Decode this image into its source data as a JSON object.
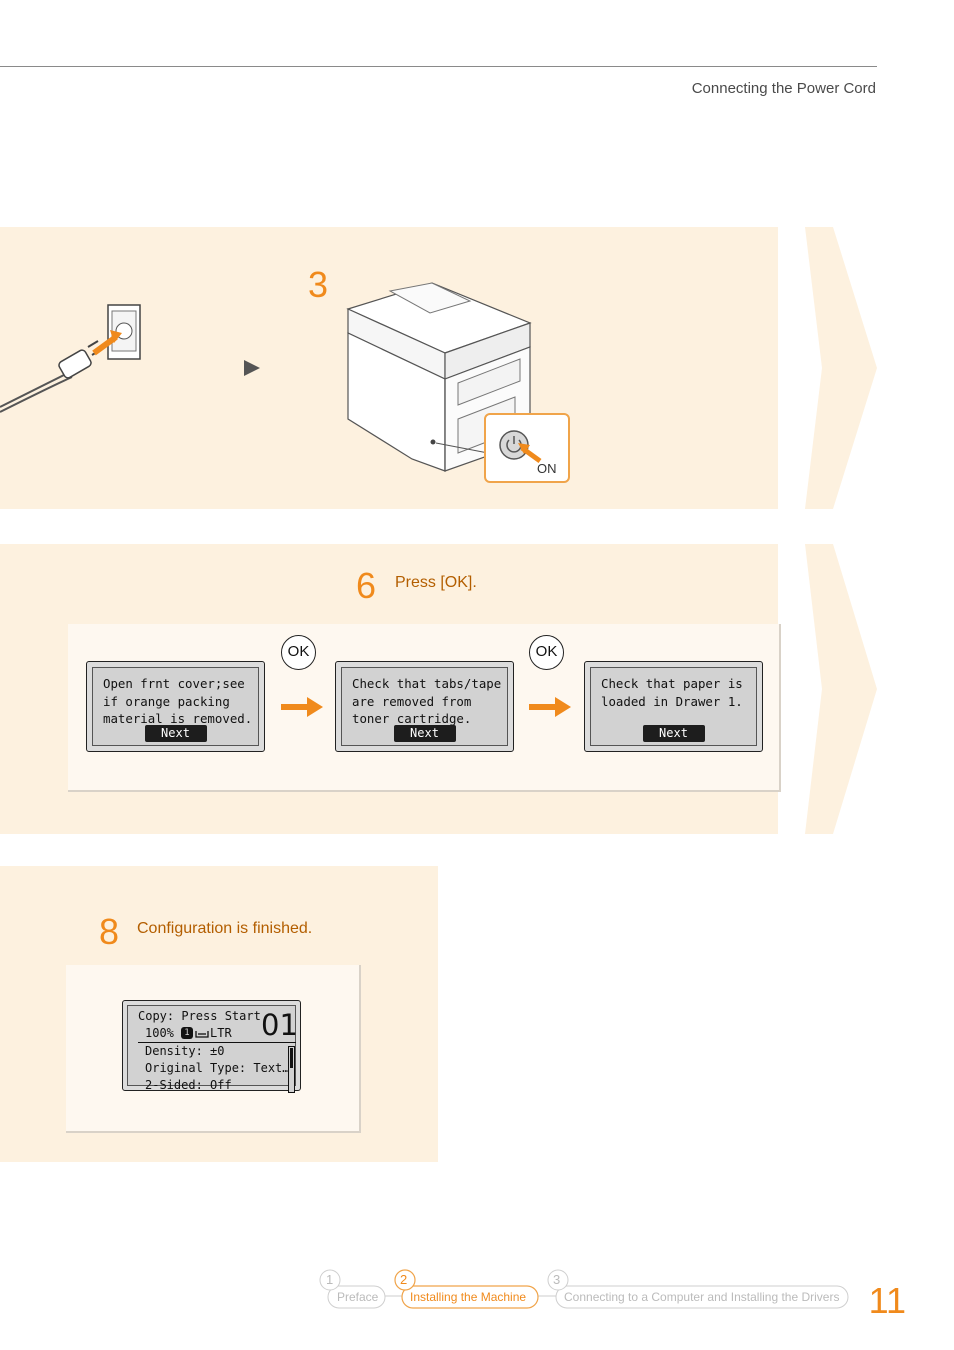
{
  "header": {
    "title": "Connecting the Power Cord"
  },
  "step3": {
    "number": "3",
    "on_label": "ON"
  },
  "step6": {
    "number": "6",
    "instruction": "Press [OK].",
    "ok_label": "OK",
    "screens": [
      {
        "lines": "Open frnt cover;see\nif orange packing\nmaterial is removed.",
        "button": "Next"
      },
      {
        "lines": "Check that tabs/tape\nare removed from\ntoner cartridge.",
        "button": "Next"
      },
      {
        "lines": "Check that paper is\nloaded in Drawer 1.",
        "button": "Next"
      }
    ]
  },
  "step8": {
    "number": "8",
    "instruction": "Configuration is finished.",
    "screen": {
      "line1": "Copy: Press Start",
      "zoom": "100%",
      "paper": "LTR",
      "copies": "01",
      "density": "Density: ±0",
      "original_type": "Original Type: Text…",
      "two_sided": "2-Sided: Off"
    }
  },
  "footer": {
    "steps": [
      {
        "num": "1",
        "label": "Preface"
      },
      {
        "num": "2",
        "label": "Installing the Machine"
      },
      {
        "num": "3",
        "label": "Connecting to a Computer and Installing the Drivers"
      }
    ],
    "page_number": "11"
  },
  "colors": {
    "accent": "#f08a1c",
    "band": "#fdf1df",
    "text_brown": "#b35e00"
  }
}
